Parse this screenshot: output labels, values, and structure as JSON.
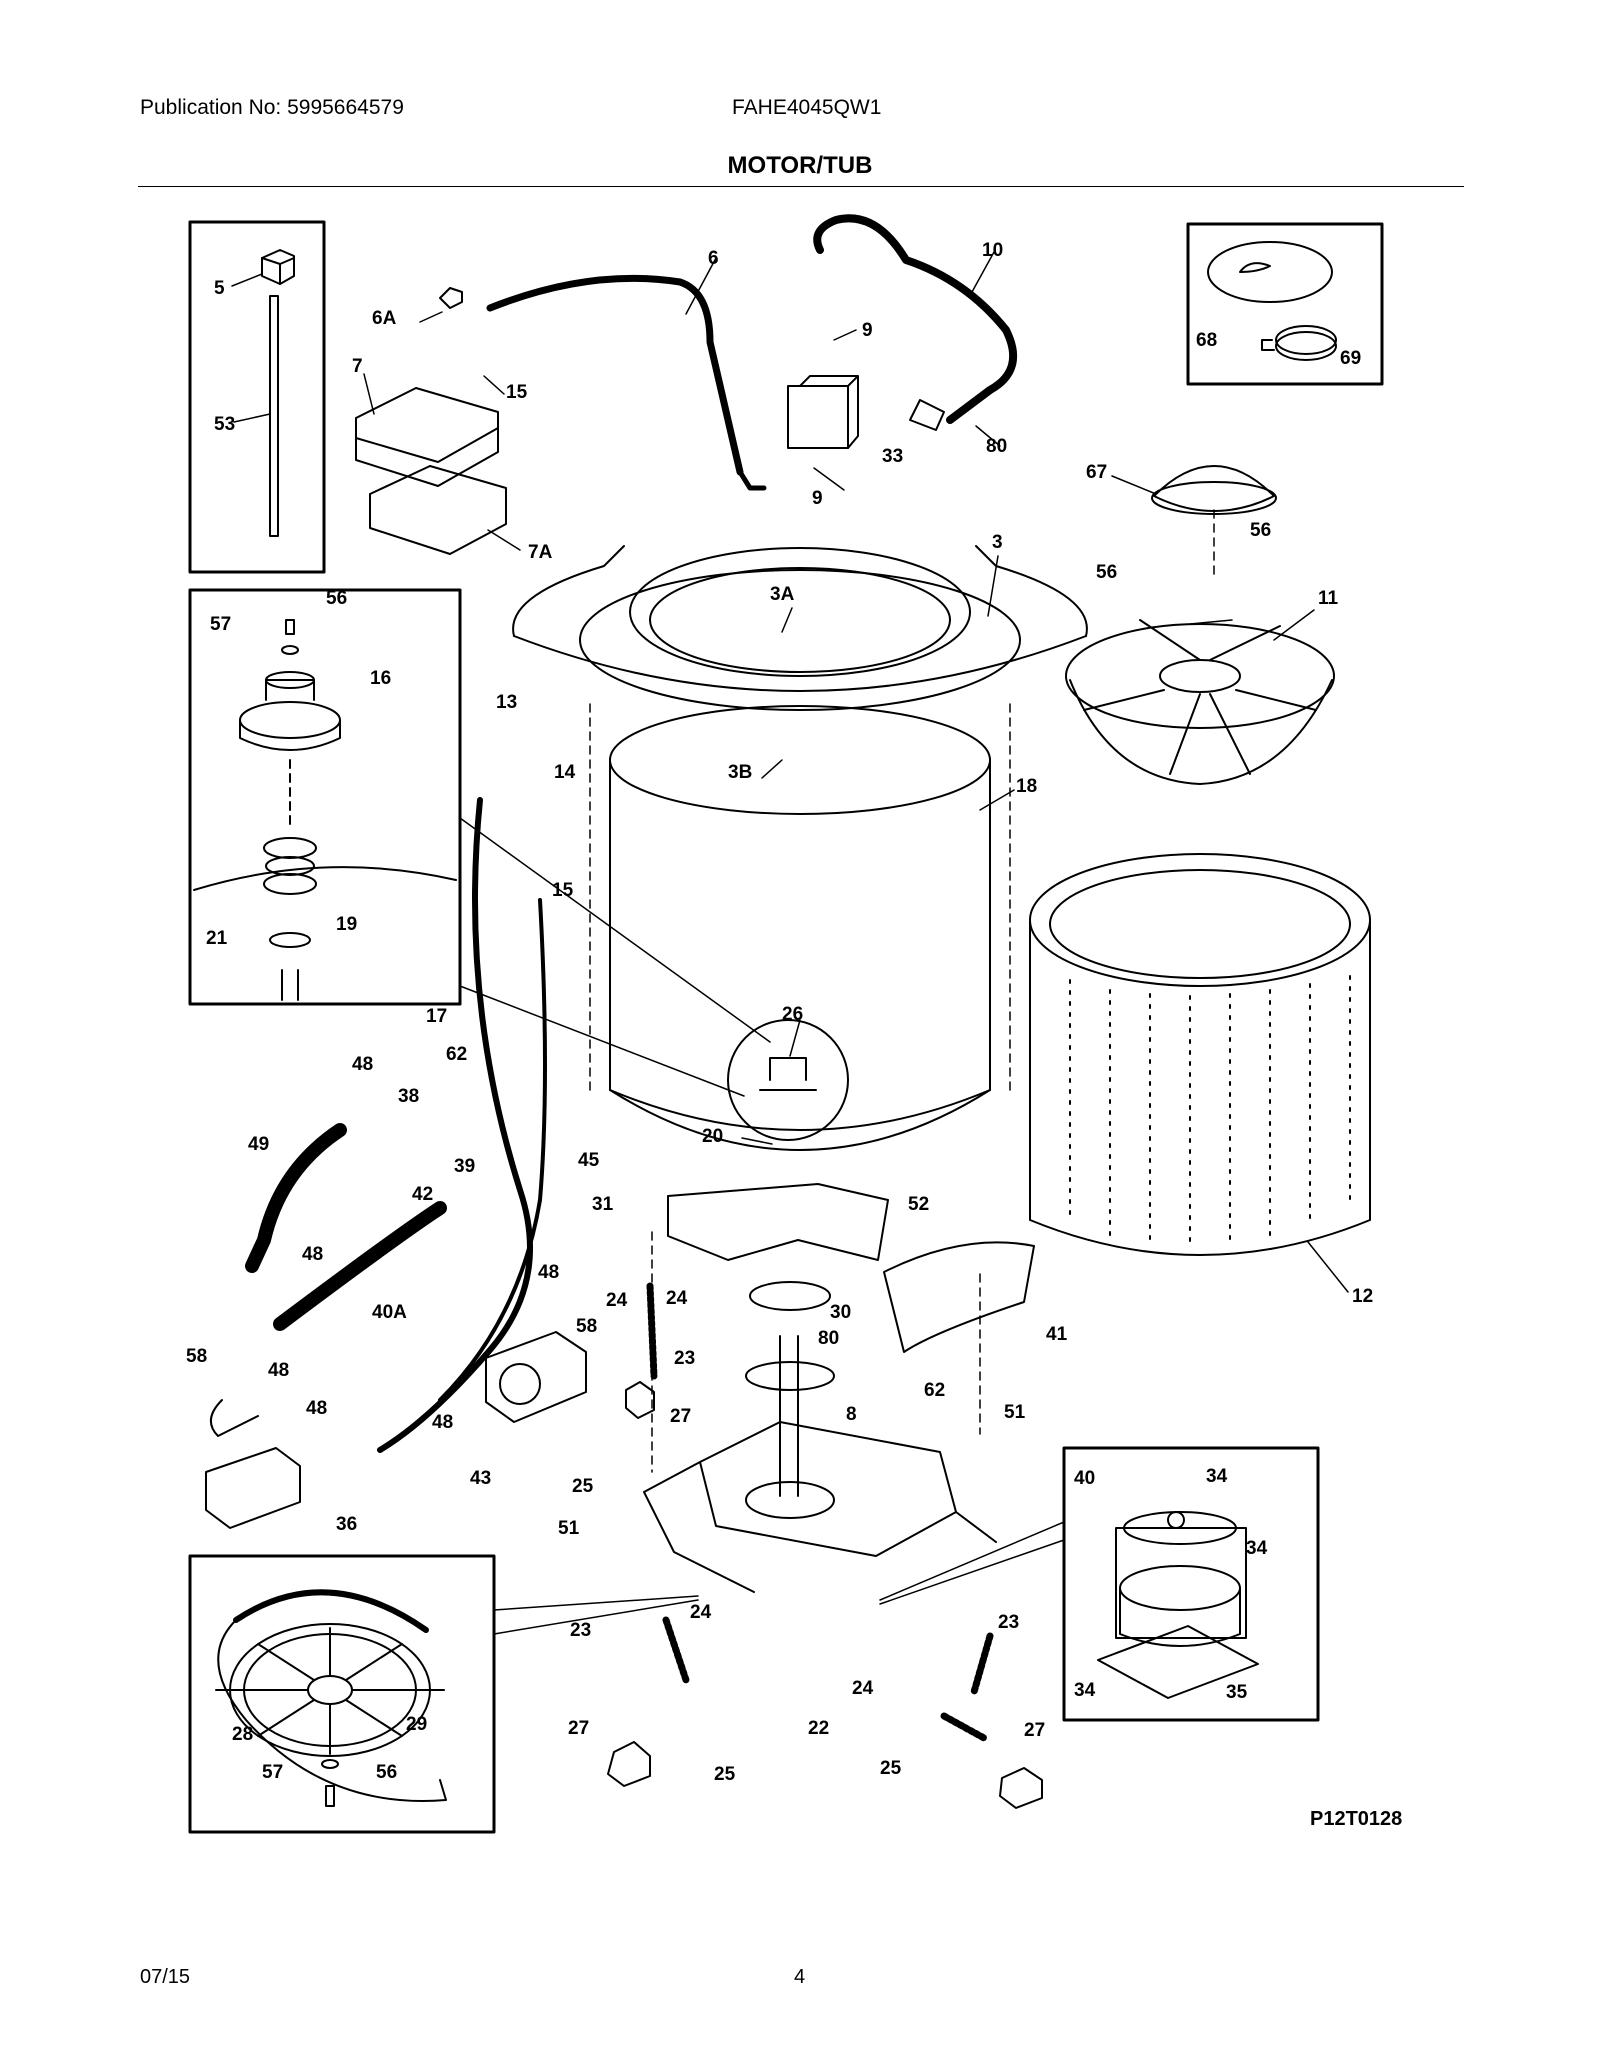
{
  "header": {
    "publication": "Publication No: 5995664579",
    "model": "FAHE4045QW1"
  },
  "title": "MOTOR/TUB",
  "drawing_code": "P12T0128",
  "footer": {
    "date": "07/15",
    "page": "4"
  },
  "callouts": {
    "c5": "5",
    "c53": "53",
    "c6": "6",
    "c6a": "6A",
    "c7": "7",
    "c15a": "15",
    "c7a": "7A",
    "c9a": "9",
    "c9b": "9",
    "c10": "10",
    "c33": "33",
    "c80a": "80",
    "c68": "68",
    "c69": "69",
    "c67": "67",
    "c56a": "56",
    "c56b": "56",
    "c11": "11",
    "c3": "3",
    "c3a": "3A",
    "c3b": "3B",
    "c18": "18",
    "c13": "13",
    "c14": "14",
    "c15b": "15",
    "c56c": "56",
    "c57a": "57",
    "c16": "16",
    "c19": "19",
    "c21": "21",
    "c17": "17",
    "c26": "26",
    "c20": "20",
    "c12": "12",
    "c48a": "48",
    "c62a": "62",
    "c38": "38",
    "c39": "39",
    "c49": "49",
    "c42": "42",
    "c45": "45",
    "c31": "31",
    "c52": "52",
    "c48b": "48",
    "c48c": "48",
    "c40a": "40A",
    "c24a": "24",
    "c24b": "24",
    "c58a": "58",
    "c30": "30",
    "c80b": "80",
    "c41": "41",
    "c23a": "23",
    "c58b": "58",
    "c48d": "48",
    "c48e": "48",
    "c48f": "48",
    "c27a": "27",
    "c8": "8",
    "c62b": "62",
    "c43": "43",
    "c25a": "25",
    "c51a": "51",
    "c40": "40",
    "c34a": "34",
    "c34b": "34",
    "c36": "36",
    "c51b": "51",
    "c34c": "34",
    "c35": "35",
    "c29": "29",
    "c28": "28",
    "c23b": "23",
    "c24c": "24",
    "c23c": "23",
    "c24d": "24",
    "c27b": "27",
    "c25b": "25",
    "c22": "22",
    "c25c": "25",
    "c27c": "27",
    "c57b": "57",
    "c56d": "56"
  }
}
